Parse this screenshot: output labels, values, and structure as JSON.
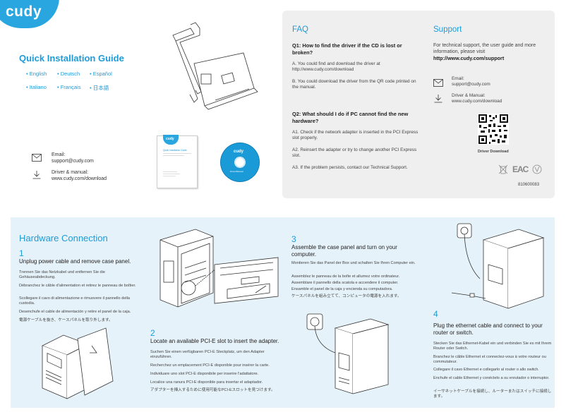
{
  "brand": {
    "logo": "cudy"
  },
  "guide": {
    "title": "Quick Installation Guide",
    "languages": [
      "• English",
      "• Deutsch",
      "• Español",
      "• Italiano",
      "• Français",
      "• 日本語"
    ]
  },
  "left_contact": {
    "email_label": "Email:",
    "email": "support@cudy.com",
    "driver_label": "Driver & manual:",
    "driver_url": "www.cudy.com/download"
  },
  "faq": {
    "title": "FAQ",
    "q1": "Q1: How to find the driver if the CD is lost or broken?",
    "q1_a": "A. You could find and download the driver at http://www.cudy.com/download",
    "q1_b": "B. You could download the driver from the QR code printed on the manual.",
    "q2": "Q2: What should I do if PC cannot find the new hardware?",
    "a1": "A1. Check if the network adapter is inserted in the PCI Express slot properly.",
    "a2": "A2. Reinsert the adapter or try to change another PCI Express slot.",
    "a3": "A3. If the problem persists, contact our Technical Support."
  },
  "support": {
    "title": "Support",
    "text": "For technical support, the user guide and more information, please visit",
    "url": "http://www.cudy.com/support",
    "email_label": "Email:",
    "email": "support@cudy.com",
    "driver_label": "Driver & Manual:",
    "driver_url": "www.cudy.com/download",
    "qr_caption": "Driver Download",
    "cert_marks": "EAC",
    "product_code": "810600083"
  },
  "illustrations": {
    "booklet_title": "Quick Installation Guide",
    "cd_brand": "cudy",
    "cd_text": "Driver/Manual"
  },
  "hardware": {
    "title": "Hardware Connection",
    "step1": {
      "num": "1",
      "title": "Unplug power cable and remove case panel.",
      "de": "Trennen Sie das Netzkabel und entfernen Sie die Gehäuseabdeckung.",
      "fr": "Débranchez le câble d'alimentation et retirez le panneau de boîtier.",
      "it": "Scollegare il cavo di alimentazione e rimuovere il pannello della custodia.",
      "es": "Desenchufe el cable de alimentación y retire el panel de la caja.",
      "ja": "電源ケーブルを抜き、ケースパネルを取り外します。"
    },
    "step2": {
      "num": "2",
      "title": "Locate an available PCI-E slot to insert the adapter.",
      "de": "Suchen Sie einen verfügbaren PCI-E Steckplatz, um den Adapter einzuführen.",
      "fr": "Recherchez un emplacement PCI-E disponible pour insérer la carte.",
      "it": "Individuare uno slot PCI-E disponibile per inserire l'adattatore.",
      "es": "Localice una ranura PCI-E disponible para insertar el adaptador.",
      "ja": "アダプターを挿入するために使用可能なPCI-Eスロットを見つけます。"
    },
    "step3": {
      "num": "3",
      "title": "Assemble the case panel and turn on your computer.",
      "de": "Montieren Sie das Panel der Box und schalten Sie Ihren Computer ein.",
      "fr": "Assemblez le panneau de la boîte et allumez votre ordinateur.",
      "it": "Assemblare il pannello della scatola e accendere il computer.",
      "es": "Ensamble el panel de la caja y encienda su computadora.",
      "ja": "ケースパネルを組み立てて、コンピュータの電源を入れます。"
    },
    "step4": {
      "num": "4",
      "title": "Plug the ethernet cable and connect to your router or switch.",
      "de": "Stecken Sie das Ethernet-Kabel ein und verbinden Sie es mit Ihrem Router oder Switch.",
      "fr": "Branchez le câble Ethernet et connectez-vous à votre routeur ou commutateur.",
      "it": "Collegare il cavo Ethernet e collegarlo al router o allo switch.",
      "es": "Enchufe el cable Ethernet y conéctelo a su enrutador o interruptor.",
      "ja": "イーサネットケーブルを接続し、ルーターまたはスイッチに接続します。"
    }
  }
}
